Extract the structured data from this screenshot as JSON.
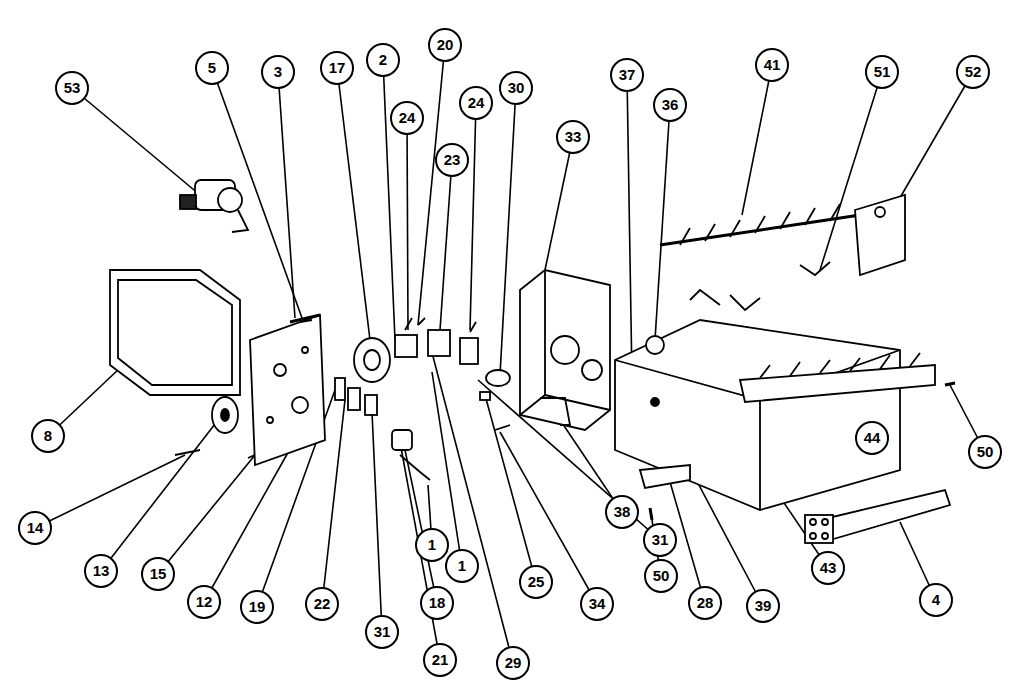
{
  "diagram": {
    "labels": [
      "53",
      "5",
      "3",
      "17",
      "2",
      "20",
      "24",
      "23",
      "24",
      "30",
      "33",
      "37",
      "36",
      "41",
      "51",
      "52",
      "8",
      "44",
      "50",
      "14",
      "13",
      "15",
      "12",
      "19",
      "22",
      "31",
      "18",
      "1",
      "1",
      "21",
      "29",
      "25",
      "34",
      "38",
      "31",
      "50",
      "28",
      "39",
      "43",
      "4"
    ]
  }
}
